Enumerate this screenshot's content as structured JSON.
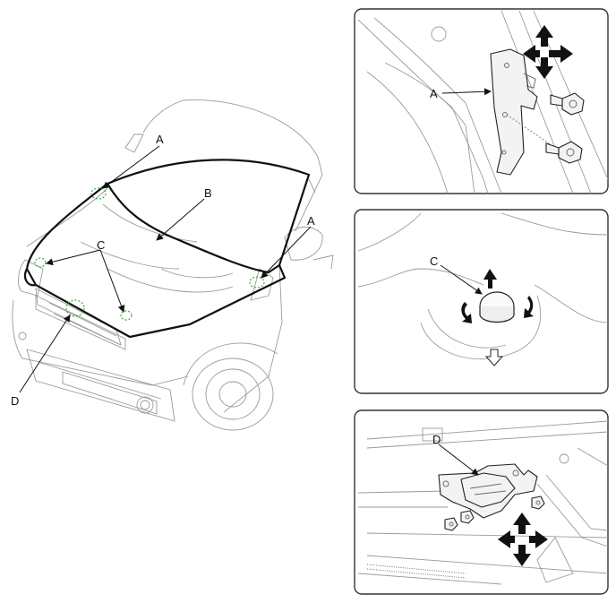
{
  "main_view": {
    "labels": {
      "A_upper": "A",
      "A_right": "A",
      "B": "B",
      "C": "C",
      "D": "D"
    }
  },
  "detail_hinge": {
    "label": "A"
  },
  "detail_bumper": {
    "label": "C"
  },
  "detail_latch": {
    "label": "D"
  },
  "colors": {
    "outline": "#111111",
    "highlight": "#3aa83a",
    "panel_border": "#333333",
    "body_lines": "#9a9a9a"
  }
}
